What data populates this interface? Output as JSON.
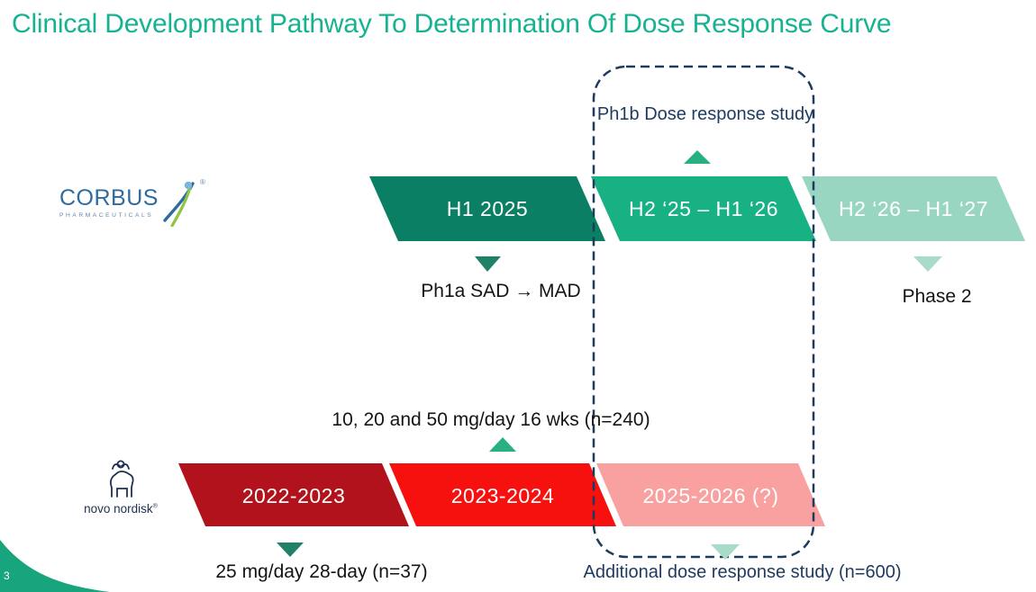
{
  "slide": {
    "title": "Clinical Development Pathway To Determination Of Dose Response Curve",
    "page_number": "3"
  },
  "colors": {
    "title_teal": "#17b292",
    "navy": "#1e3a5f",
    "teal_dark": "#0b7f63",
    "teal_mid": "#17b183",
    "teal_light": "#99d6c2",
    "red_dark": "#b1121b",
    "red_bright": "#f6110e",
    "red_light": "#f9a0a0",
    "marker_green_dark": "#1e8168",
    "marker_green": "#27b183",
    "marker_teal_light": "#a9dbc9",
    "swoosh_green": "#18a57d"
  },
  "highlight_box": {
    "label": "Ph1b Dose response study"
  },
  "corbus": {
    "logo": {
      "name": "CORBUS",
      "sub": "PHARMACEUTICALS",
      "reg": "®"
    },
    "segments": [
      {
        "label": "H1 2025"
      },
      {
        "label": "H2 ‘25 – H1 ‘26"
      },
      {
        "label": "H2 ‘26 – H1 ‘27"
      }
    ],
    "milestone_ph1a": "Ph1a SAD → MAD",
    "milestone_phase2": "Phase 2"
  },
  "novo": {
    "logo": {
      "name": "novo nordisk",
      "reg": "®"
    },
    "segments": [
      {
        "label": "2022-2023"
      },
      {
        "label": "2023-2024"
      },
      {
        "label": "2025-2026 (?)"
      }
    ],
    "annotation_doses": "10, 20 and 50 mg/day 16 wks (n=240)",
    "annotation_25mg": "25 mg/day 28-day (n=37)",
    "annotation_additional": "Additional dose response study (n=600)"
  }
}
